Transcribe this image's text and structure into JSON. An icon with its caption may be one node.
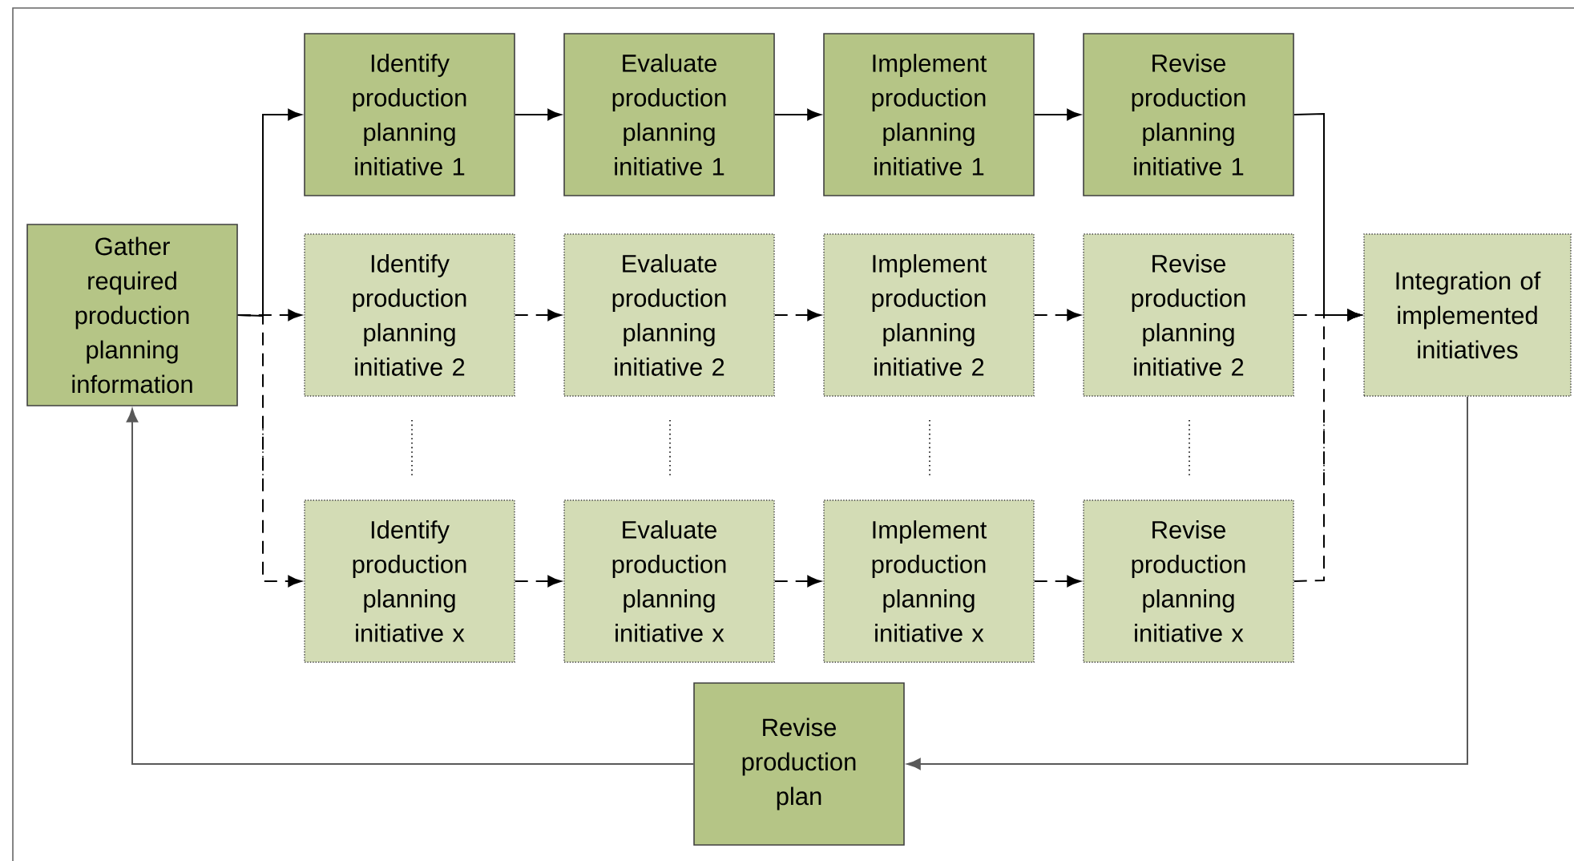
{
  "diagram": {
    "nodes": [
      {
        "text": [
          "Gather required production planning information"
        ]
      },
      {
        "text": [
          "Identify production planning initiative 1"
        ]
      },
      {
        "text": [
          "Evaluate production planning initiative 1"
        ]
      },
      {
        "text": [
          "Implement production planning initiative 1"
        ]
      },
      {
        "text": [
          "Revise production planning initiative 1"
        ]
      },
      {
        "text": [
          "Identify production planning initiative 2"
        ]
      },
      {
        "text": [
          "Evaluate production planning initiative 2"
        ]
      },
      {
        "text": [
          "Implement production planning initiative 2"
        ]
      },
      {
        "text": [
          "Revise production planning initiative 2"
        ]
      },
      {
        "text": [
          "Integration of implemented initiatives"
        ]
      },
      {
        "text": [
          "Identify production planning initiative x"
        ]
      },
      {
        "text": [
          "Evaluate production planning initiative x"
        ]
      },
      {
        "text": [
          "Implement production planning initiative x"
        ]
      },
      {
        "text": [
          "Revise production planning initiative x"
        ]
      },
      {
        "text": [
          "Revise production plan"
        ]
      }
    ],
    "edges": [
      {
        "from": 0,
        "to": 1,
        "arrow": "to"
      },
      {
        "from": 0,
        "to": 5,
        "arrow": "to",
        "style": "dashed"
      },
      {
        "from": 0,
        "to": 10,
        "arrow": "to",
        "style": "dashed"
      },
      {
        "from": 1,
        "to": 2,
        "arrow": "to"
      },
      {
        "from": 2,
        "to": 3,
        "arrow": "to"
      },
      {
        "from": 3,
        "to": 4,
        "arrow": "to"
      },
      {
        "from": 5,
        "to": 6,
        "arrow": "to",
        "style": "dashed"
      },
      {
        "from": 6,
        "to": 7,
        "arrow": "to",
        "style": "dashed"
      },
      {
        "from": 7,
        "to": 8,
        "arrow": "to",
        "style": "dashed"
      },
      {
        "from": 10,
        "to": 11,
        "arrow": "to",
        "style": "dashed"
      },
      {
        "from": 11,
        "to": 12,
        "arrow": "to",
        "style": "dashed"
      },
      {
        "from": 12,
        "to": 13,
        "arrow": "to",
        "style": "dashed"
      },
      {
        "from": 4,
        "to": 9,
        "arrow": "to"
      },
      {
        "from": 8,
        "to": 9,
        "arrow": "to",
        "style": "dashed"
      },
      {
        "from": 13,
        "to": 9,
        "arrow": "to",
        "style": "dashed"
      },
      {
        "from": 9,
        "to": 14,
        "arrow": "to",
        "color": "#595959"
      },
      {
        "from": 14,
        "to": 0,
        "arrow": "to",
        "color": "#595959"
      }
    ]
  }
}
